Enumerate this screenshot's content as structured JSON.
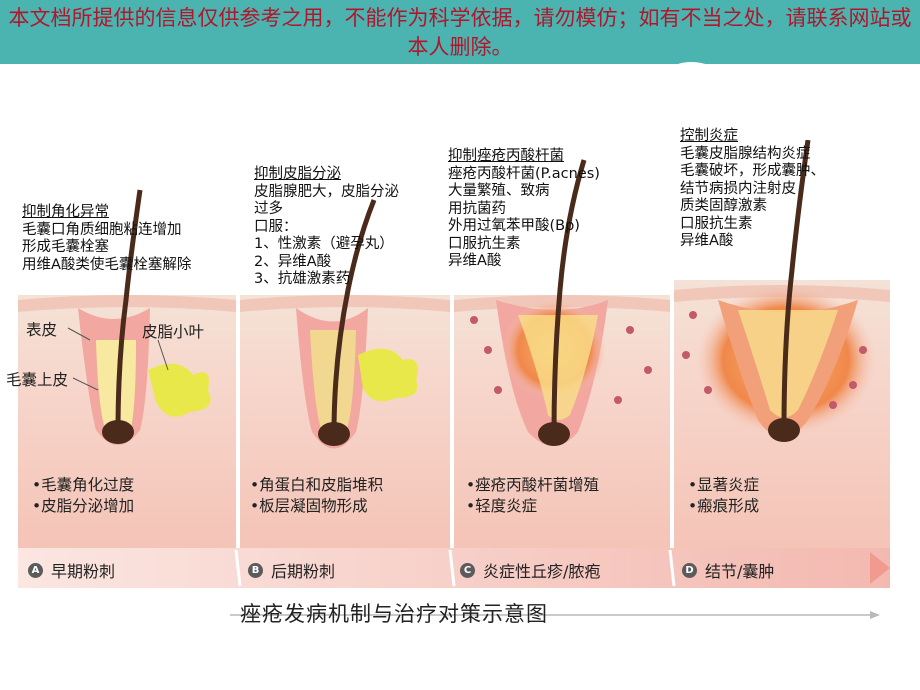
{
  "banner": {
    "text": "本文档所提供的信息仅供参考之用，不能作为科学依据，请勿模仿；如有不当之处，请联系网站或本人删除。"
  },
  "colors": {
    "banner_bg": "#4bb3b0",
    "banner_text": "#b0172b",
    "skin": "#f6d2c8",
    "skin_top": "#f3ddd0",
    "sebum": "#e8e84a",
    "inflammation": "#f08a4b",
    "hair": "#4a2a1a"
  },
  "panels": [
    {
      "title": "抑制角化异常",
      "lines": [
        "毛囊口角质细胞粘连增加",
        "形成毛囊栓塞",
        "用维A酸类使毛囊栓塞解除"
      ],
      "notes": [
        "•毛囊角化过度",
        "•皮脂分泌增加"
      ],
      "stage_badge": "A",
      "stage_label": "早期粉刺"
    },
    {
      "title": "抑制皮脂分泌",
      "lines": [
        "皮脂腺肥大，皮脂分泌",
        "过多",
        "口服：",
        "1、性激素（避孕丸）",
        "2、异维A酸",
        "3、抗雄激素药"
      ],
      "notes": [
        "•角蛋白和皮脂堆积",
        "•板层凝固物形成"
      ],
      "stage_badge": "B",
      "stage_label": "后期粉刺"
    },
    {
      "title": "抑制痤疮丙酸杆菌",
      "lines": [
        "痤疮丙酸杆菌(P.acnes)",
        "大量繁殖、致病",
        "用抗菌药",
        "外用过氧苯甲酸(Bp)",
        "口服抗生素",
        "异维A酸"
      ],
      "notes": [
        "•痤疮丙酸杆菌增殖",
        "•轻度炎症"
      ],
      "stage_badge": "C",
      "stage_label": "炎症性丘疹/脓疱"
    },
    {
      "title": "控制炎症",
      "lines": [
        "毛囊皮脂腺结构炎症",
        "毛囊破坏，形成囊肿、",
        "结节病损内注射皮",
        "质类固醇激素",
        "口服抗生素",
        "异维A酸"
      ],
      "notes": [
        "•显著炎症",
        "•瘢痕形成"
      ],
      "stage_badge": "D",
      "stage_label": "结节/囊肿"
    }
  ],
  "anatomy_labels": {
    "epidermis": "表皮",
    "sebaceous_lobule": "皮脂小叶",
    "follicular_epithelium": "毛囊上皮"
  },
  "caption": "痤疮发病机制与治疗对策示意图"
}
